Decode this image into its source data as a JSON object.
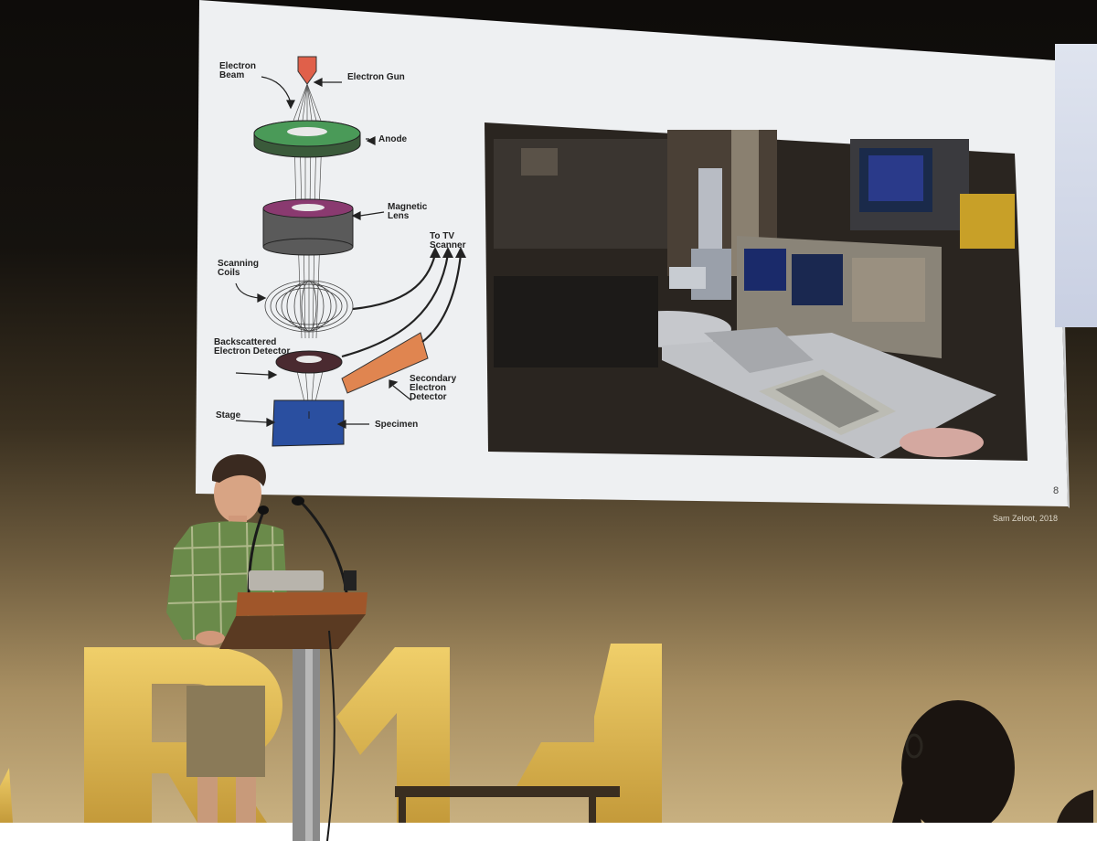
{
  "slide": {
    "diagram": {
      "labels": {
        "electron_beam": "Electron Beam",
        "electron_gun": "Electron Gun",
        "anode": "Anode",
        "magnetic_lens": "Magnetic Lens",
        "to_tv_scanner": "To TV Scanner",
        "scanning_coils": "Scanning Coils",
        "backscattered_detector": "Backscattered Electron Detector",
        "secondary_detector": "Secondary Electron Detector",
        "stage": "Stage",
        "specimen": "Specimen"
      }
    },
    "page_number": "8",
    "credit": "Sam Zeloot, 2018"
  },
  "stage_sign": {
    "letters": [
      "R",
      "1",
      "4"
    ]
  },
  "colors": {
    "slide_bg": "#f2f4f6",
    "electron_gun": "#e0604a",
    "anode": "#4a9a58",
    "magnetic_lens_top": "#8a3a70",
    "secondary_detector": "#e08550",
    "specimen": "#2a4fa0",
    "sign_letters": "#e2bd57",
    "shirt": "#6a8a4a"
  }
}
